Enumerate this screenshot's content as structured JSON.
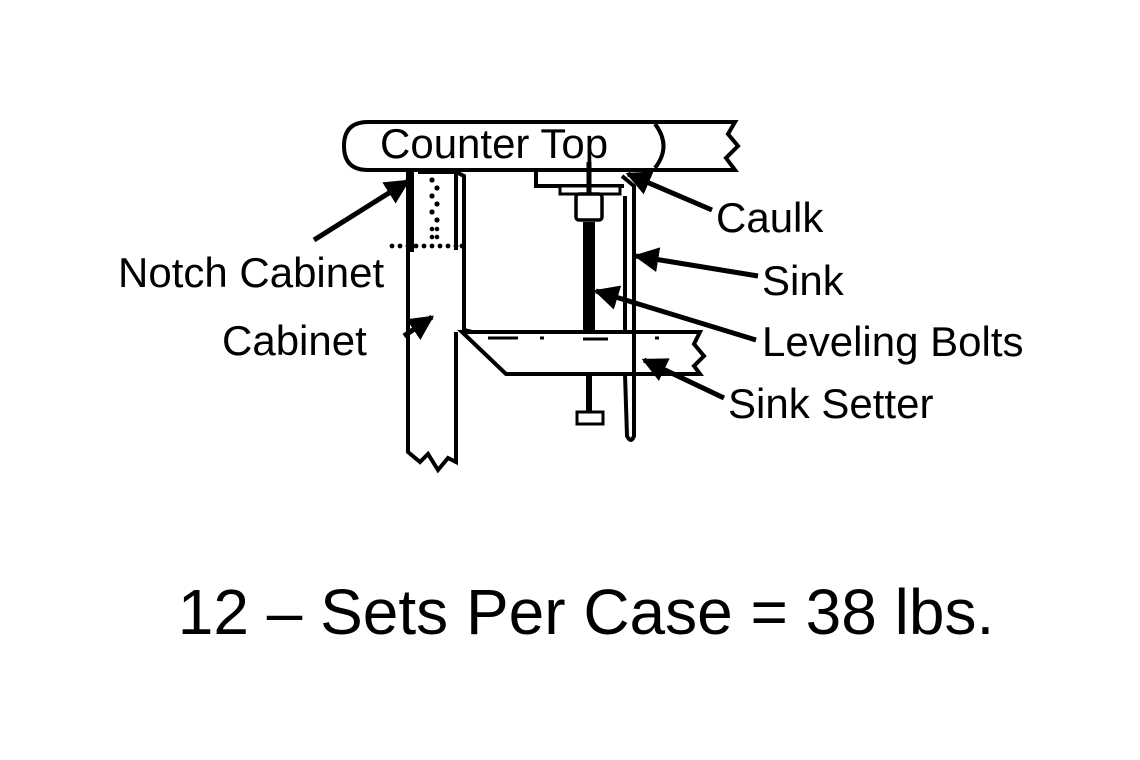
{
  "diagram": {
    "labels": {
      "counter_top": "Counter Top",
      "caulk": "Caulk",
      "notch_cabinet": "Notch Cabinet",
      "sink": "Sink",
      "cabinet": "Cabinet",
      "leveling_bolts": "Leveling Bolts",
      "sink_setter": "Sink Setter"
    },
    "caption": "12 – Sets Per Case = 38 lbs."
  },
  "colors": {
    "line": "#000000",
    "background": "#ffffff"
  }
}
